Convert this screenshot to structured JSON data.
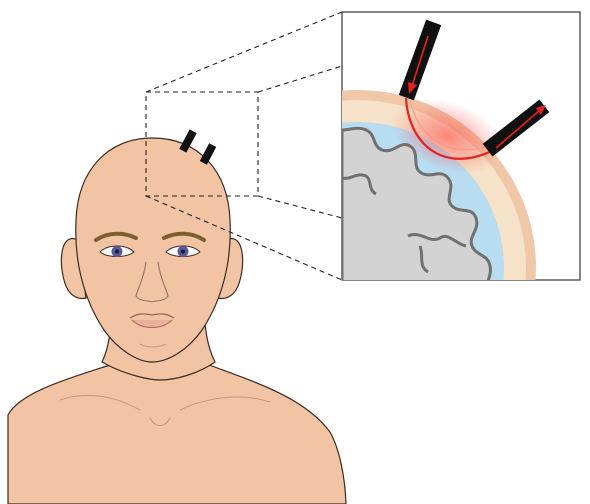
{
  "figure": {
    "subject": "head-with-scalp-probes",
    "inset": "cortical-tissue-cross-section",
    "arrows": "light-path-source-to-detector"
  },
  "colors": {
    "background": "#ffffff",
    "skin": "#f2c4a4",
    "skin_shadow": "#e2a987",
    "outline": "#3a2a22",
    "eyebrow": "#7a6030",
    "iris": "#5a5a9a",
    "probe": "#111111",
    "scalp_layer": "#f0c8a8",
    "skull_layer": "#f5e2c8",
    "csf_layer": "#b8dcf0",
    "cortex": "#d3d3d3",
    "gray_matter_edge": "#707070",
    "light_path": "#e82020",
    "dashed_lines": "#222222"
  }
}
